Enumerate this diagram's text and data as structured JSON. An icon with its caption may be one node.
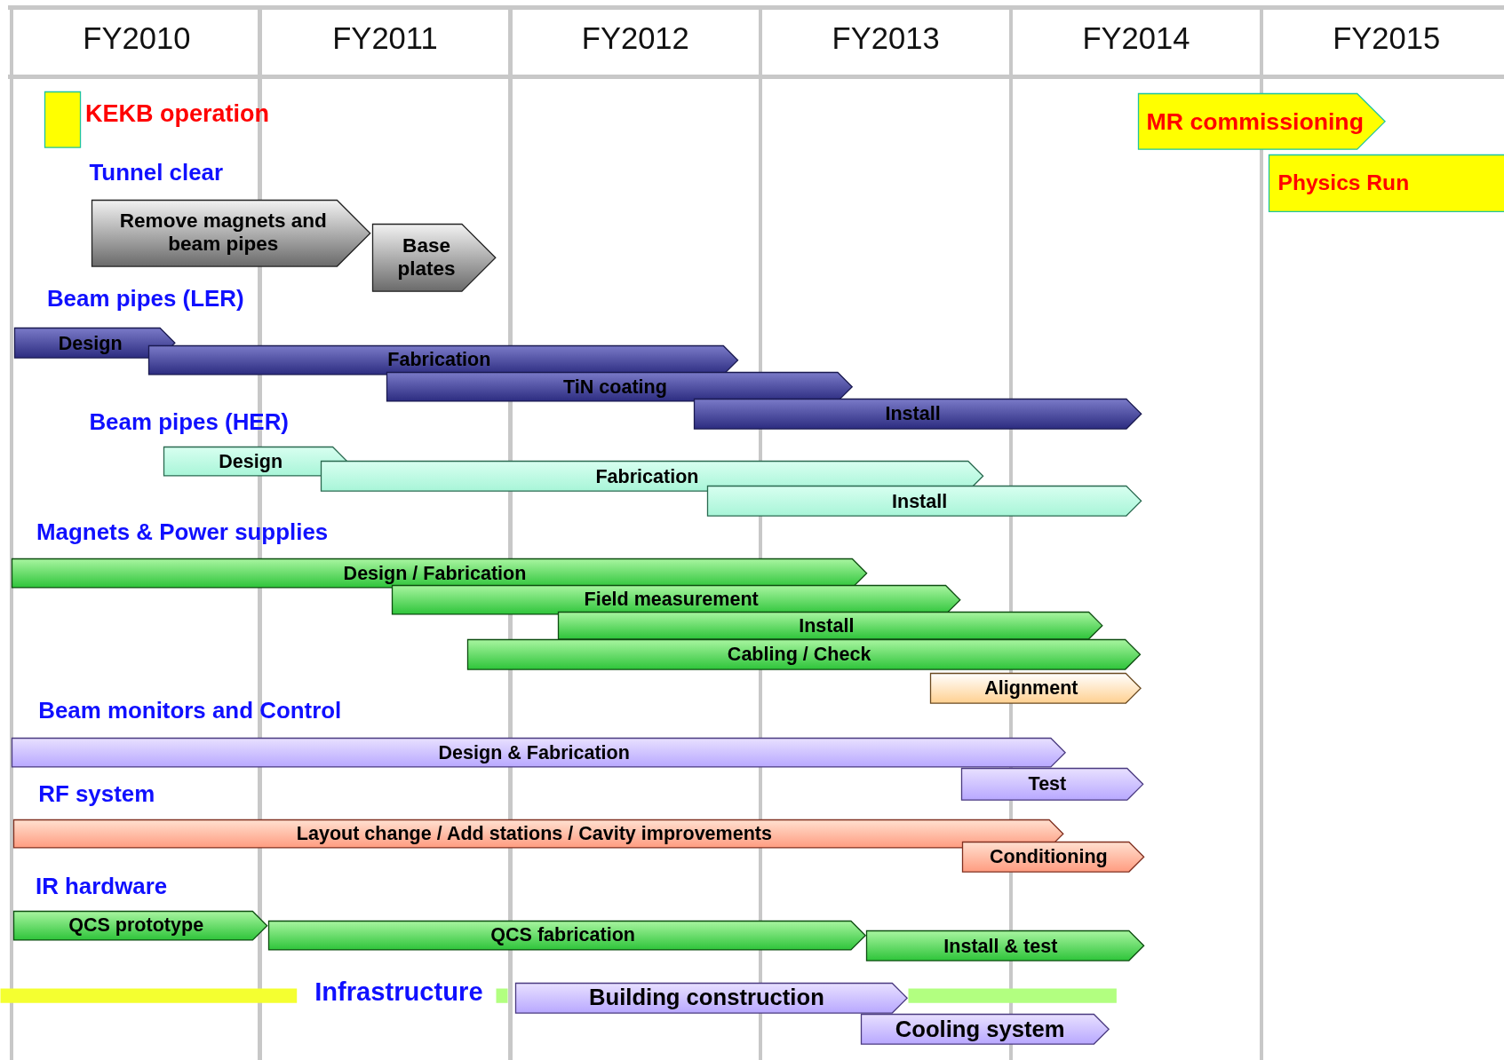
{
  "diagram": {
    "nodes": [
      {
        "text": [],
        "shape": "box",
        "beside": [
          "KEKB operation"
        ]
      },
      {
        "text": [
          "MR commissioning"
        ]
      },
      {
        "text": [
          "Physics Run"
        ]
      },
      {
        "text": [
          "Remove magnets and beam pipes"
        ]
      },
      {
        "text": [
          "Base plates"
        ]
      },
      {
        "text": [
          "Design"
        ]
      },
      {
        "text": [
          "Fabrication"
        ]
      },
      {
        "text": [
          "TiN coating"
        ]
      },
      {
        "text": [
          "Install"
        ]
      },
      {
        "text": [
          "Design"
        ]
      },
      {
        "text": [
          "Fabrication"
        ]
      },
      {
        "text": [
          "Install"
        ]
      },
      {
        "text": [
          "Design / Fabrication"
        ]
      },
      {
        "text": [
          "Field measurement"
        ]
      },
      {
        "text": [
          "Install"
        ]
      },
      {
        "text": [
          "Cabling / Check"
        ]
      },
      {
        "text": [
          "Alignment"
        ]
      },
      {
        "text": [
          "Design & Fabrication"
        ]
      },
      {
        "text": [
          "Test"
        ]
      },
      {
        "text": [
          "Layout change / Add stations / Cavity improvements"
        ]
      },
      {
        "text": [
          "Conditioning"
        ]
      },
      {
        "text": [
          "QCS prototype"
        ]
      },
      {
        "text": [
          "QCS fabrication"
        ]
      },
      {
        "text": [
          "Install & test"
        ]
      },
      {
        "text": [
          "Building construction"
        ]
      },
      {
        "text": [
          "Cooling system"
        ]
      },
      {
        "text": [],
        "shape": "bar"
      },
      {
        "text": [],
        "shape": "bar"
      },
      {
        "text": [],
        "shape": "bar"
      }
    ],
    "edges": [],
    "labels": [
      "FY2010",
      "FY2011",
      "FY2012",
      "FY2013",
      "FY2014",
      "FY2015",
      "Tunnel clear",
      "Beam pipes (LER)",
      "Beam pipes (HER)",
      "Magnets & Power supplies",
      "Beam monitors and Control",
      "RF system",
      "IR hardware",
      "Infrastructure"
    ]
  }
}
